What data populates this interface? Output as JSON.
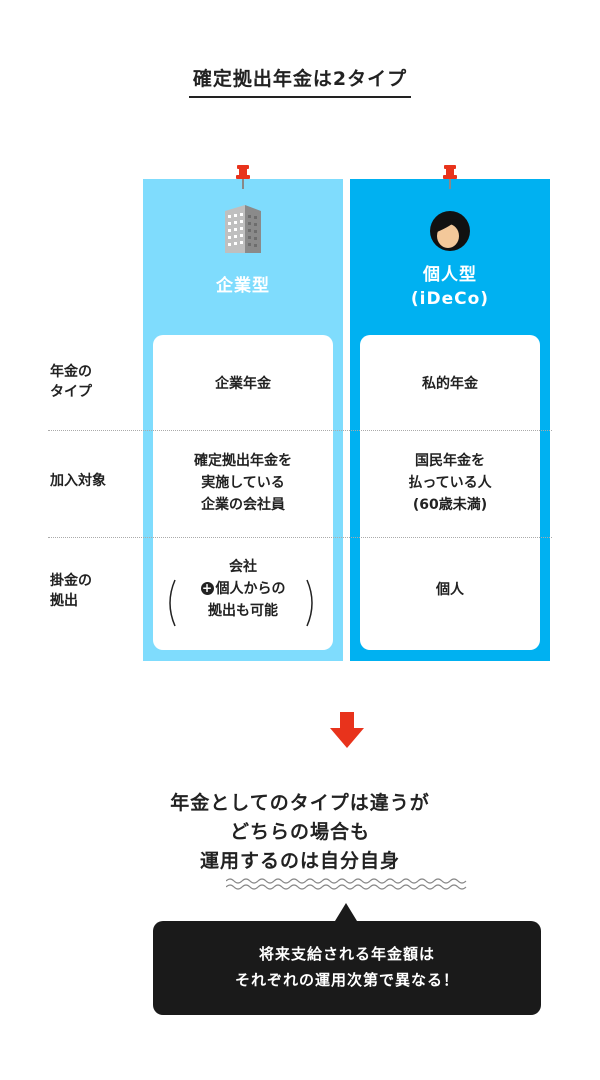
{
  "title": "確定拠出年金は2タイプ",
  "columns": [
    {
      "name": "企業型",
      "subname": "",
      "color": "#7fdcfd",
      "icon": "building-icon"
    },
    {
      "name": "個人型",
      "subname": "(iDeCo)",
      "color": "#00b1f1",
      "icon": "person-icon"
    }
  ],
  "rows": [
    {
      "label_lines": [
        "年金の",
        "タイプ"
      ],
      "cells": [
        [
          "企業年金"
        ],
        [
          "私的年金"
        ]
      ]
    },
    {
      "label_lines": [
        "加入対象"
      ],
      "cells": [
        [
          "確定拠出年金を",
          "実施している",
          "企業の会社員"
        ],
        [
          "国民年金を",
          "払っている人",
          "(60歳未満)"
        ]
      ]
    },
    {
      "label_lines": [
        "掛金の",
        "拠出"
      ],
      "cells": [
        [
          "会社",
          "個人からの",
          "拠出も可能"
        ],
        [
          "個人"
        ]
      ]
    }
  ],
  "conclusion_lines": [
    "年金としてのタイプは違うが",
    "どちらの場合も",
    "運用するのは自分自身"
  ],
  "callout_lines": [
    "将来支給される年金額は",
    "それぞれの運用次第で異なる！"
  ],
  "colors": {
    "accent_red": "#e8331c",
    "dark": "#1a1a1a",
    "text": "#222222"
  }
}
